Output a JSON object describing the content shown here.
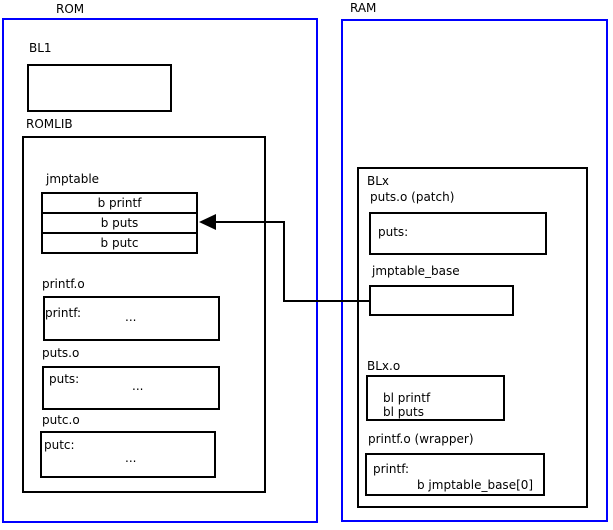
{
  "rom": {
    "label": "ROM",
    "bl1": {
      "label": "BL1"
    },
    "romlib": {
      "label": "ROMLIB",
      "jmptable": {
        "label": "jmptable",
        "entries": [
          "b printf",
          "b puts",
          "b putc"
        ]
      },
      "objects": [
        {
          "label": "printf.o",
          "symbol": "printf:",
          "ellipsis": "..."
        },
        {
          "label": "puts.o",
          "symbol": "puts:",
          "ellipsis": "..."
        },
        {
          "label": "putc.o",
          "symbol": "putc:",
          "ellipsis": "..."
        }
      ]
    }
  },
  "ram": {
    "label": "RAM",
    "blx": {
      "label": "BLx",
      "puts_patch": {
        "label": "puts.o (patch)",
        "symbol": "puts:"
      },
      "jmptable_base": {
        "label": "jmptable_base"
      },
      "blx_o": {
        "label": "BLx.o",
        "instructions": [
          "bl printf",
          "bl puts"
        ]
      },
      "printf_wrapper": {
        "label": "printf.o (wrapper)",
        "symbol": "printf:",
        "instruction": "b jmptable_base[0]"
      }
    }
  },
  "arrow": {
    "from": "jmptable_base",
    "to": "jmptable entry b puts"
  },
  "colors": {
    "frame_blue": "#0000ff",
    "line_black": "#000000",
    "background": "#ffffff"
  }
}
